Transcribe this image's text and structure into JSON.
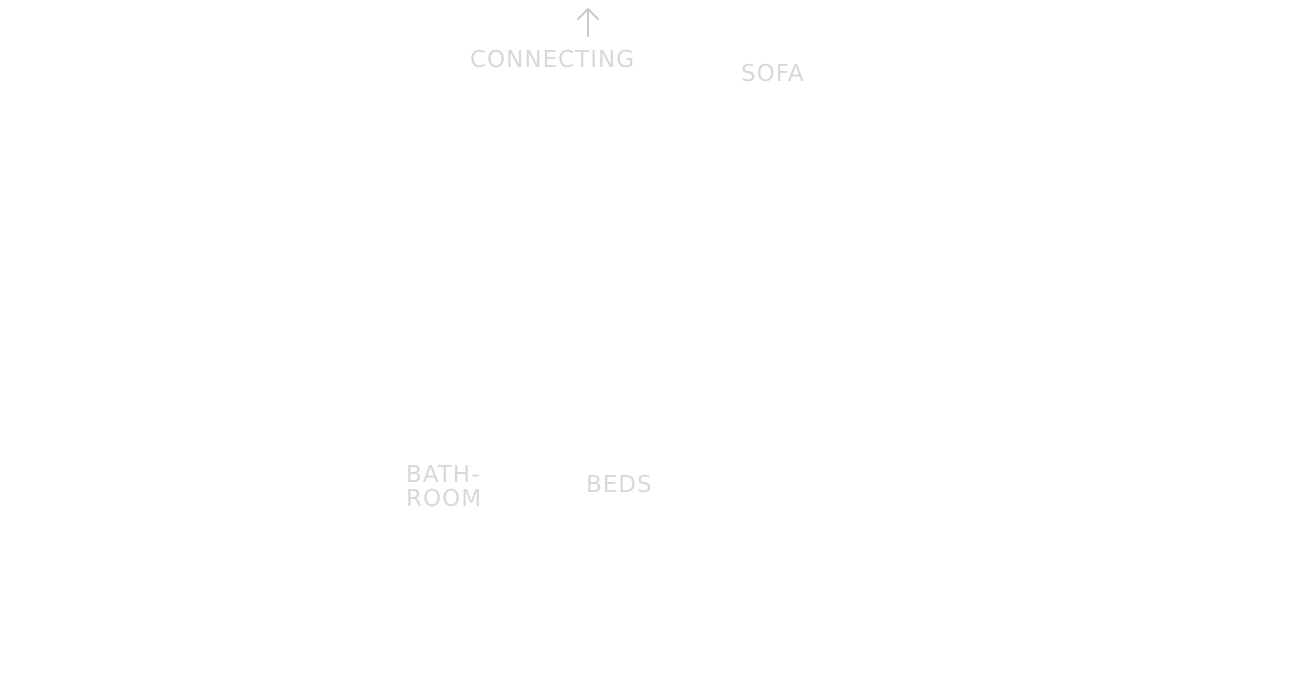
{
  "floor_plan": {
    "labels": {
      "connecting": "CONNECTING",
      "sofa": "SOFA",
      "bathroom_line1": "BATH-",
      "bathroom_line2": "ROOM",
      "beds": "BEDS"
    },
    "icons": {
      "connecting_arrow": "arrow-up-icon"
    },
    "colors": {
      "label": "#d8d8d8",
      "arrow": "#c9c9c9",
      "background": "#ffffff"
    }
  }
}
